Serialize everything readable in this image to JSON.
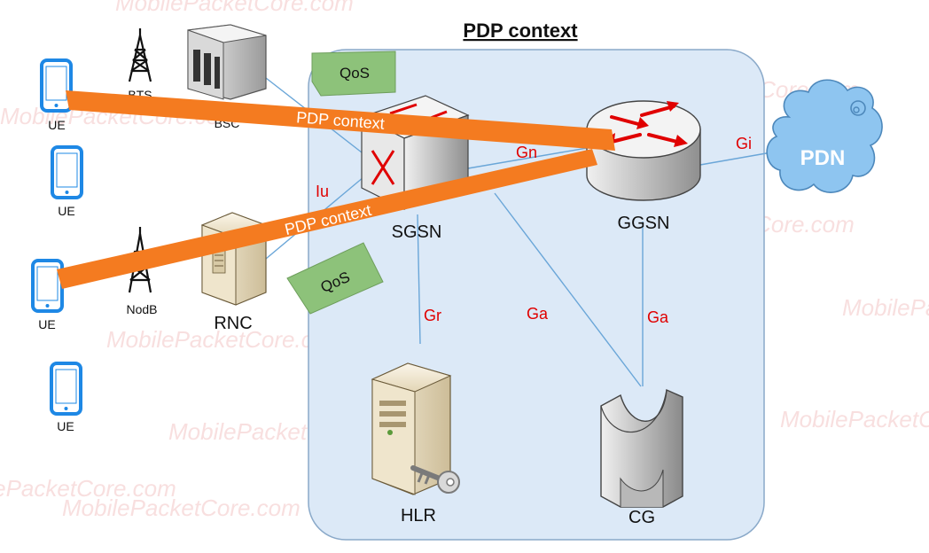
{
  "title": "PDP context",
  "nodes": {
    "ue1": "UE",
    "ue2": "UE",
    "ue3": "UE",
    "ue4": "UE",
    "bts": "BTS",
    "bsc": "BSC",
    "nodeb": "NodB",
    "rnc": "RNC",
    "sgsn": "SGSN",
    "ggsn": "GGSN",
    "hlr": "HLR",
    "cg": "CG",
    "pdn": "PDN"
  },
  "interfaces": {
    "iu": "Iu",
    "gn": "Gn",
    "gi": "Gi",
    "gr": "Gr",
    "ga1": "Ga",
    "ga2": "Ga"
  },
  "tunnels": {
    "t1": "PDP context",
    "t2": "PDP context"
  },
  "qos": {
    "q1": "QoS",
    "q2": "QoS"
  },
  "watermark": "MobilePacketCore.com",
  "colors": {
    "tunnel": "#f47b20",
    "iface_text": "#e00000",
    "context_area": "#dce9f7",
    "qos_tag": "#8dc27a",
    "phone": "#1e88e5",
    "cloud": "#8ec5f0",
    "line": "#6aa6d8"
  }
}
